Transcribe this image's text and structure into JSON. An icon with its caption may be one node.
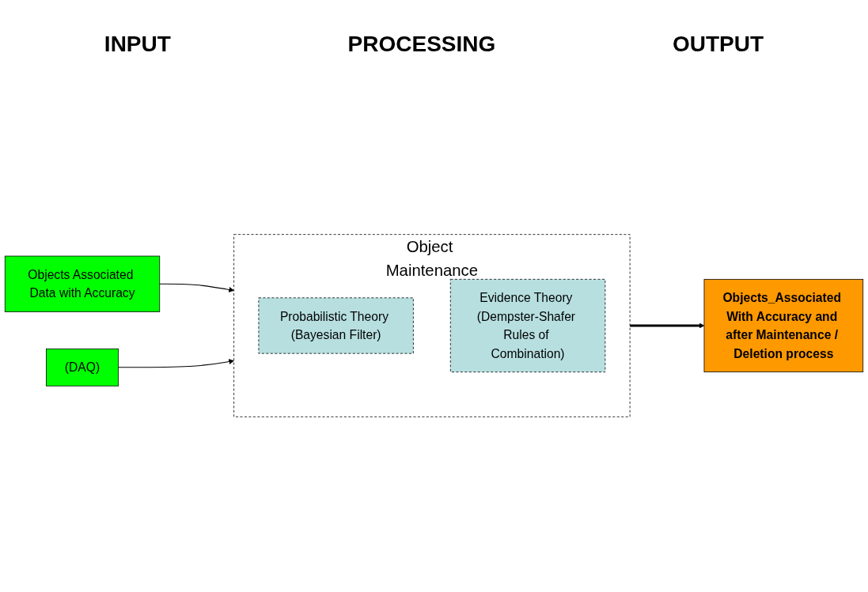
{
  "diagram": {
    "nodes": [
      {
        "text": [
          "Objects Associated Data with Accuracy"
        ]
      },
      {
        "text": [
          "(DAQ)"
        ]
      },
      {
        "text": [
          "Object Maintenance"
        ]
      },
      {
        "text": [
          "Probabilistic Theory (Bayesian Filter)"
        ],
        "in": 2
      },
      {
        "text": [
          "Evidence Theory (Dempster-Shafer Rules of Combination)"
        ],
        "in": 2
      },
      {
        "text": [
          "Objects_Associated With Accuracy and after Maintenance / Deletion process"
        ]
      }
    ],
    "edges": [
      {
        "from": 0,
        "to": 2,
        "arrow": "to"
      },
      {
        "from": 1,
        "to": 2,
        "arrow": "to"
      },
      {
        "from": 2,
        "to": 5,
        "arrow": "to",
        "style": "thick"
      }
    ],
    "labels": [
      "INPUT",
      "PROCESSING",
      "OUTPUT"
    ]
  }
}
